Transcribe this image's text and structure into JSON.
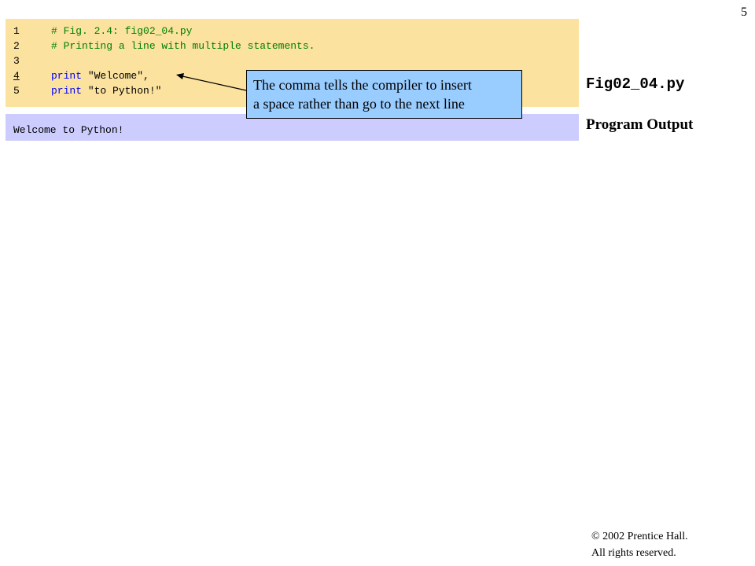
{
  "slide_number": "5",
  "code": {
    "lines": [
      {
        "number": "1",
        "text": "# Fig. 2.4: fig02_04.py"
      },
      {
        "number": "2",
        "text": "# Printing a line with multiple statements."
      },
      {
        "number": "3",
        "text": ""
      },
      {
        "number": "4",
        "keyword": "print",
        "string": "\"Welcome\"",
        "suffix": ","
      },
      {
        "number": "5",
        "keyword": "print",
        "string": "\"to Python!\"",
        "suffix": ""
      }
    ]
  },
  "output": {
    "text": "Welcome to Python!"
  },
  "sidebar": {
    "filename": "Fig02_04.py",
    "output_label": "Program Output"
  },
  "callout": {
    "line1": "The comma tells the compiler to insert",
    "line2": "a space rather than go to the next line"
  },
  "copyright": {
    "symbol": "©",
    "line1": "2002 Prentice Hall.",
    "line2": "All rights reserved."
  },
  "colors": {
    "code_background": "#fbe29f",
    "output_background": "#ccccff",
    "callout_background": "#99ccff",
    "comment": "#008000",
    "keyword": "#0000ff"
  }
}
